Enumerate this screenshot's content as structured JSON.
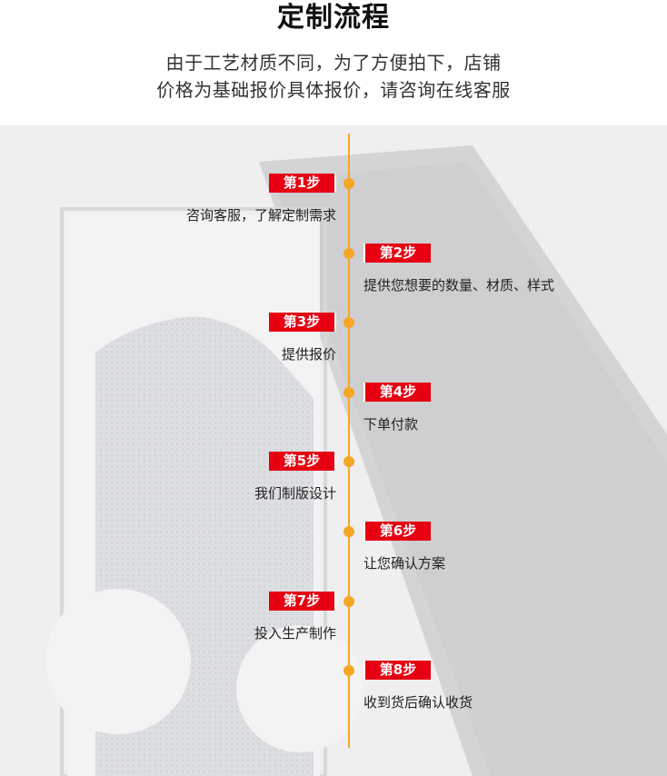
{
  "header": {
    "title": "定制流程",
    "subtitle_line1": "由于工艺材质不同，为了方便拍下，店铺",
    "subtitle_line2": "价格为基础报价具体报价，请咨询在线客服"
  },
  "colors": {
    "accent_orange": "#f5a623",
    "badge_red": "#e60012",
    "background_gray": "#efefef"
  },
  "steps": [
    {
      "label": "第1步",
      "text": "咨询客服，了解定制需求",
      "side": "left"
    },
    {
      "label": "第2步",
      "text": "提供您想要的数量、材质、样式",
      "side": "right"
    },
    {
      "label": "第3步",
      "text": "提供报价",
      "side": "left"
    },
    {
      "label": "第4步",
      "text": "下单付款",
      "side": "right"
    },
    {
      "label": "第5步",
      "text": "我们制版设计",
      "side": "left"
    },
    {
      "label": "第6步",
      "text": "让您确认方案",
      "side": "right"
    },
    {
      "label": "第7步",
      "text": "投入生产制作",
      "side": "left"
    },
    {
      "label": "第8步",
      "text": "收到货后确认收货",
      "side": "right"
    }
  ]
}
